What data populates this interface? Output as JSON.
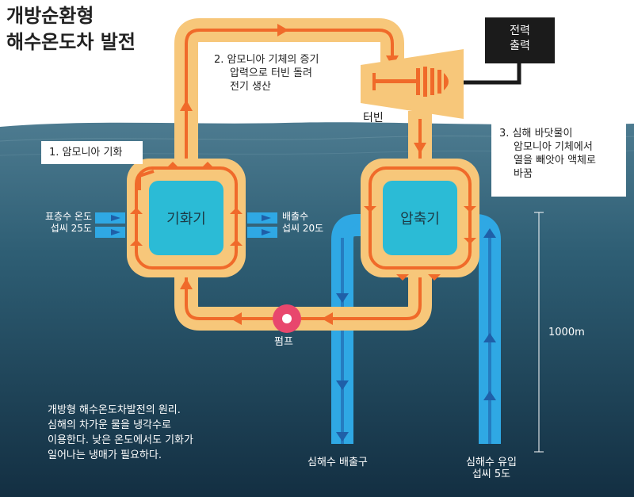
{
  "title": {
    "line1": "개방순환형",
    "line2": "해수온도차 발전"
  },
  "steps": {
    "step1": "1. 암모니아 기화",
    "step2_line1": "2. 암모니아 기체의 증기",
    "step2_line2": "압력으로 터빈 돌려",
    "step2_line3": "전기 생산",
    "step3_line1": "3. 심해 바닷물이",
    "step3_line2": "암모니아 기체에서",
    "step3_line3": "열을 빼앗아 액체로",
    "step3_line4": "바꿈"
  },
  "components": {
    "evaporator": "기화기",
    "condenser": "압축기",
    "turbine": "터빈",
    "pump": "펌프",
    "power_output_line1": "전력",
    "power_output_line2": "출력"
  },
  "flows": {
    "surface_in_line1": "표층수 온도",
    "surface_in_line2": "섭씨 25도",
    "discharge_line1": "배출수",
    "discharge_line2": "섭씨 20도",
    "deep_outlet": "심해수 배출구",
    "deep_inlet_line1": "심해수 유입",
    "deep_inlet_line2": "섭씨 5도"
  },
  "depth_label": "1000m",
  "caption": {
    "line1": "개방형 해수온도차발전의 원리.",
    "line2": "심해의 차가운 물을 냉각수로",
    "line3": "이용한다. 낮은 온도에서도 기화가",
    "line4": "일어나는 냉매가 필요하다."
  },
  "colors": {
    "sky": "#ffffff",
    "sea_top": "#3f6f84",
    "sea_bottom": "#163c52",
    "loop": "#f7c77a",
    "arrow": "#f06a2a",
    "vessel": "#2bbbd6",
    "deep_pipe": "#2fa8e4",
    "pump": "#e8476d"
  }
}
